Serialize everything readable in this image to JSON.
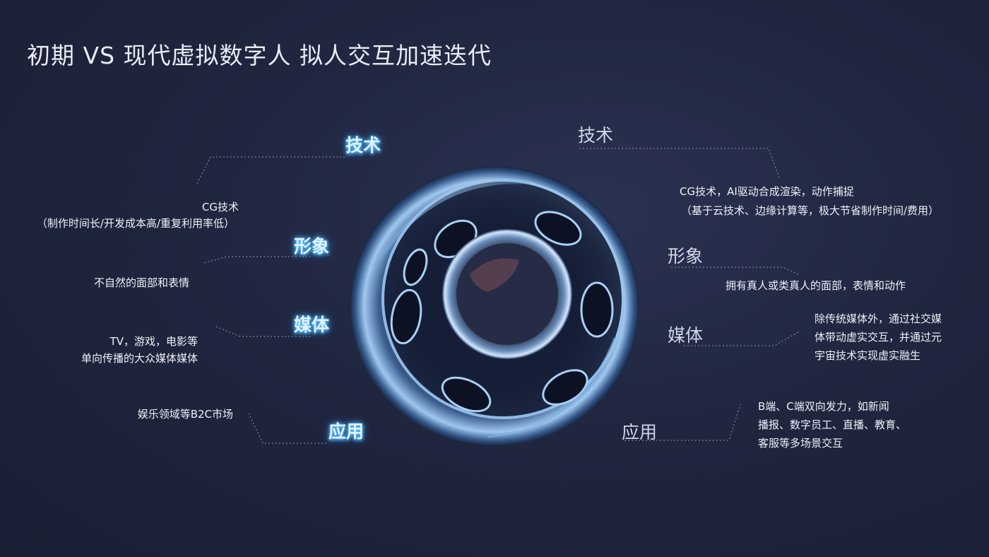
{
  "title": "初期 VS 现代虚拟数字人 拟人交互加速迭代",
  "early": {
    "tech": {
      "label": "技术",
      "lines": [
        "CG技术",
        "（制作时间长/开发成本高/重复利用率低）"
      ]
    },
    "image": {
      "label": "形象",
      "lines": [
        "不自然的面部和表情"
      ]
    },
    "media": {
      "label": "媒体",
      "lines": [
        "TV，游戏，电影等",
        "单向传播的大众媒体媒体"
      ]
    },
    "app": {
      "label": "应用",
      "lines": [
        "娱乐领域等B2C市场"
      ]
    }
  },
  "modern": {
    "tech": {
      "label": "技术",
      "lines": [
        "CG技术，AI驱动合成渲染，动作捕捉",
        "（基于云技术、边缘计算等，极大节省制作时间/费用）"
      ]
    },
    "image": {
      "label": "形象",
      "lines": [
        "拥有真人或类真人的面部，表情和动作"
      ]
    },
    "media": {
      "label": "媒体",
      "lines": [
        "除传统媒体外，通过社交媒",
        "体带动虚实交互，并通过元",
        "宇宙技术实现虚实融生"
      ]
    },
    "app": {
      "label": "应用",
      "lines": [
        "B端、C端双向发力，如新闻",
        "播报、数字员工、直播、教育、",
        "客服等多场景交互"
      ]
    }
  },
  "colors": {
    "background": "#20263f",
    "keyword_glow": "#4ab8ff",
    "connector": "#8a93a8"
  },
  "icons": {
    "center": "glass-ring-icon"
  }
}
